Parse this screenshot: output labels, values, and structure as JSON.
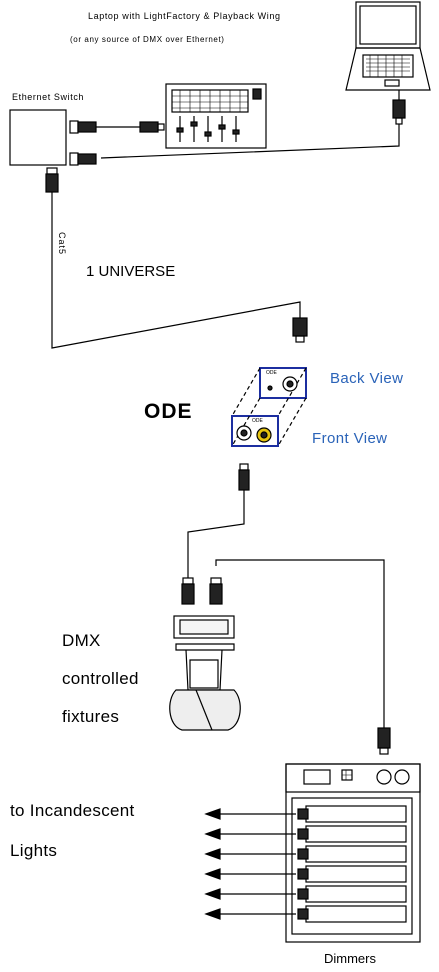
{
  "labels": {
    "laptop_line1": "Laptop with LightFactory & Playback Wing",
    "laptop_line2": "(or any source of DMX over Ethernet)",
    "ethernet_switch": "Ethernet Switch",
    "cat5": "Cat5",
    "universe": "1 UNIVERSE",
    "ode": "ODE",
    "back_view": "Back View",
    "front_view": "Front View",
    "dmx": "DMX",
    "controlled": "controlled",
    "fixtures": "fixtures",
    "to_incandescent": "to Incandescent",
    "lights": "Lights",
    "dimmers": "Dimmers"
  },
  "colors": {
    "line": "#000000",
    "accent_blue": "#2a63b8",
    "device_fill": "#ffffff",
    "ode_blue": "#1c2ea0"
  }
}
